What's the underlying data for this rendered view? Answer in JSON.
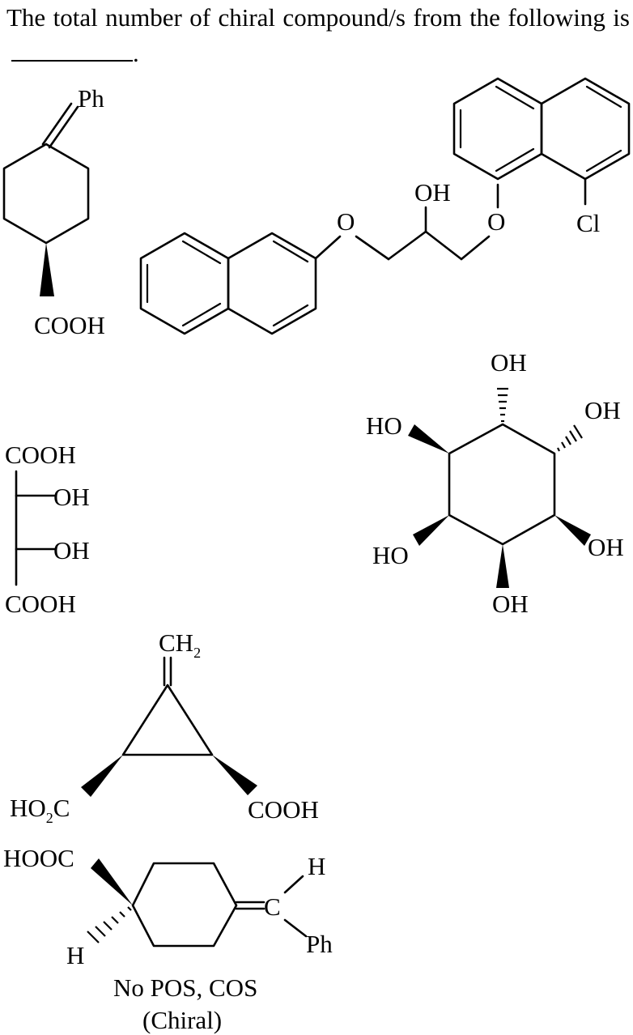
{
  "question": {
    "text": "The total number of chiral compound/s from the following is",
    "period": "."
  },
  "labels": {
    "ph": "Ph",
    "cooh": "COOH",
    "oh": "OH",
    "ho": "HO",
    "o": "O",
    "cl": "Cl",
    "ch": "CH",
    "ch_sub": "2",
    "ho2c_ho": "HO",
    "ho2c_sub": "2",
    "ho2c_c": "C",
    "hooc": "HOOC",
    "h": "H",
    "c": "C"
  },
  "note": {
    "line1": "No POS, COS",
    "line2": "(Chiral)"
  }
}
